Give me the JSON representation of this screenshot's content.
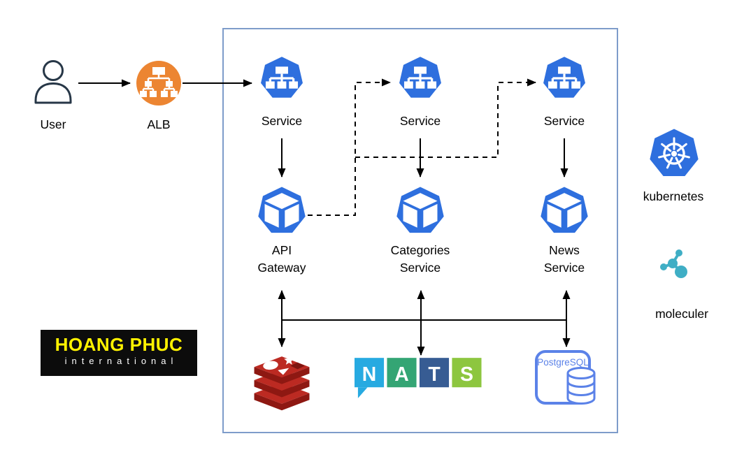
{
  "nodes": {
    "user": {
      "label": "User",
      "icon": "user-icon"
    },
    "alb": {
      "label": "ALB",
      "icon": "alb-load-balancer-icon"
    },
    "services": [
      {
        "label": "Service",
        "icon": "k8s-service-icon"
      },
      {
        "label": "Service",
        "icon": "k8s-service-icon"
      },
      {
        "label": "Service",
        "icon": "k8s-service-icon"
      }
    ],
    "pods": [
      {
        "line1": "API",
        "line2": "Gateway",
        "icon": "k8s-pod-icon"
      },
      {
        "line1": "Categories",
        "line2": "Service",
        "icon": "k8s-pod-icon"
      },
      {
        "line1": "News",
        "line2": "Service",
        "icon": "k8s-pod-icon"
      }
    ]
  },
  "datastores": {
    "redis": {
      "icon": "redis-icon"
    },
    "nats": {
      "icon": "nats-logo",
      "letters": [
        "N",
        "A",
        "T",
        "S"
      ]
    },
    "postgresql": {
      "icon": "postgresql-icon",
      "label": "PostgreSQL"
    }
  },
  "legend": [
    {
      "label": "kubernetes",
      "icon": "kubernetes-helm-wheel-icon"
    },
    {
      "label": "moleculer",
      "icon": "moleculer-molecule-icon"
    }
  ],
  "branding": {
    "line1": "HOANG PHUC",
    "line2": "international"
  },
  "colors": {
    "kubernetes_blue": "#2E6FDE",
    "alb_orange": "#EC8532",
    "user_icon_stroke": "#273747",
    "container_border": "#7E9CCA",
    "redis_red": "#BC2A22",
    "redis_dark_red": "#8E1812",
    "nats_n_blue": "#27AAE1",
    "nats_a_green": "#34A574",
    "nats_t_navy": "#375C93",
    "nats_s_green": "#8DC63F",
    "postgresql_blue": "#5B82E8",
    "moleculer_teal": "#3FAEC5",
    "logo_yellow": "#FFF200",
    "arrow_black": "#000000"
  }
}
